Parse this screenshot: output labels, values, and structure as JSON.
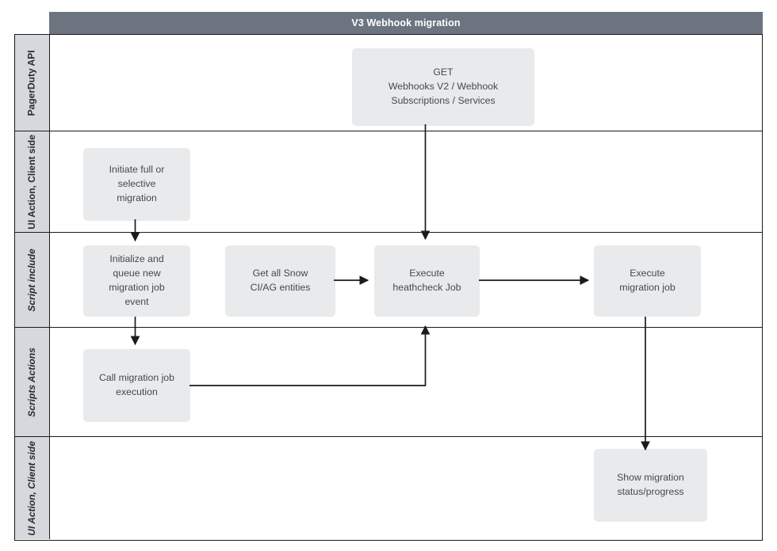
{
  "pool": {
    "title": "V3 Webhook migration",
    "title_bg": "#6c7480",
    "lane_bg": "#d5d8dc",
    "node_bg": "#e9eaeb",
    "border_color": "#1b1b1b"
  },
  "lanes": [
    {
      "id": "pagerduty-api",
      "label": "PagerDuty API",
      "italic": false
    },
    {
      "id": "ui-action-top",
      "label": "UI Action, Client\nside",
      "italic": false
    },
    {
      "id": "script-include",
      "label": "Script include",
      "italic": true
    },
    {
      "id": "scripts-actions",
      "label": "Scripts Actions",
      "italic": true
    },
    {
      "id": "ui-action-bottom",
      "label": "UI Action, Client\nside",
      "italic": true
    }
  ],
  "nodes": {
    "get_webhooks": "GET\nWebhooks V2 / Webhook\nSubscriptions / Services",
    "initiate": "Initiate full or\nselective\nmigration",
    "initialize_queue": "Initialize and\nqueue new\nmigration job\nevent",
    "get_entities": "Get all Snow\nCI/AG entities",
    "execute_health": "Execute\nheathcheck Job",
    "execute_migration": "Execute\nmigration job",
    "call_migration": "Call migration job\nexecution",
    "show_status": "Show migration\nstatus/progress"
  }
}
